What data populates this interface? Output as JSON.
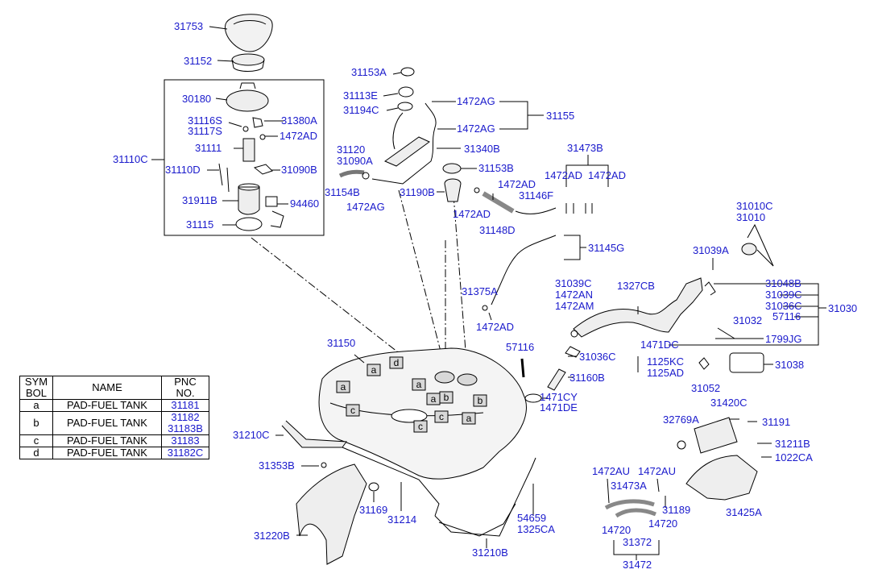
{
  "labels": {
    "p31753": "31753",
    "p31152": "31152",
    "p30180": "30180",
    "p31116S": "31116S",
    "p31117S": "31117S",
    "p31380A": "31380A",
    "p1472AD_a": "1472AD",
    "p31111": "31111",
    "p31110C": "31110C",
    "p31110D": "31110D",
    "p31090B": "31090B",
    "p31911B": "31911B",
    "p94460": "94460",
    "p31115": "31115",
    "p31153A": "31153A",
    "p31113E": "31113E",
    "p31194C": "31194C",
    "p1472AG_a": "1472AG",
    "p1472AG_b": "1472AG",
    "p31155": "31155",
    "p31120": "31120",
    "p31090A": "31090A",
    "p31340B": "31340B",
    "p31154B": "31154B",
    "p1472AG_c": "1472AG",
    "p31153B": "31153B",
    "p31190B": "31190B",
    "p31473B": "31473B",
    "p1472AD_b": "1472AD",
    "p1472AD_c": "1472AD",
    "p1472AD_d": "1472AD",
    "p31146F": "31146F",
    "p1472AD_e": "1472AD",
    "p31148D": "31148D",
    "p31010C": "31010C",
    "p31010": "31010",
    "p31039A": "31039A",
    "p31145G": "31145G",
    "p31375A": "31375A",
    "p1472AD_f": "1472AD",
    "p31039C_a": "31039C",
    "p1472AN": "1472AN",
    "p1472AM": "1472AM",
    "p1327CB": "1327CB",
    "p31048B": "31048B",
    "p31039C_b": "31039C",
    "p31036C_a": "31036C",
    "p57116_a": "57116",
    "p31030": "31030",
    "p31032": "31032",
    "p1799JG": "1799JG",
    "p1471DC": "1471DC",
    "p31150": "31150",
    "p57116_b": "57116",
    "p31036C_b": "31036C",
    "p1125KC": "1125KC",
    "p1125AD": "1125AD",
    "p31038": "31038",
    "p31160B": "31160B",
    "p31052": "31052",
    "p1471CY": "1471CY",
    "p1471DE": "1471DE",
    "p31420C": "31420C",
    "p32769A": "32769A",
    "p31191": "31191",
    "p31210C": "31210C",
    "p31211B": "31211B",
    "p1022CA": "1022CA",
    "p31353B": "31353B",
    "p1472AU_a": "1472AU",
    "p1472AU_b": "1472AU",
    "p31473A": "31473A",
    "p31169": "31169",
    "p31214": "31214",
    "p54659": "54659",
    "p1325CA": "1325CA",
    "p31189": "31189",
    "p31425A": "31425A",
    "p31220B": "31220B",
    "p14720_a": "14720",
    "p14720_b": "14720",
    "p31372": "31372",
    "p31210B": "31210B",
    "p31472": "31472"
  },
  "pad_letters": {
    "a": "a",
    "b": "b",
    "c": "c",
    "d": "d"
  },
  "legend": {
    "header": {
      "sym": "SYM BOL",
      "name": "NAME",
      "pnc": "PNC NO."
    },
    "rows": [
      {
        "sym": "a",
        "name": "PAD-FUEL TANK",
        "pnc": "31181"
      },
      {
        "sym": "b",
        "name": "PAD-FUEL TANK",
        "pnc": "31182 31183B"
      },
      {
        "sym": "c",
        "name": "PAD-FUEL TANK",
        "pnc": "31183"
      },
      {
        "sym": "d",
        "name": "PAD-FUEL TANK",
        "pnc": "31182C"
      }
    ]
  },
  "colors": {
    "label": "#1a1acc",
    "line": "#000000"
  }
}
